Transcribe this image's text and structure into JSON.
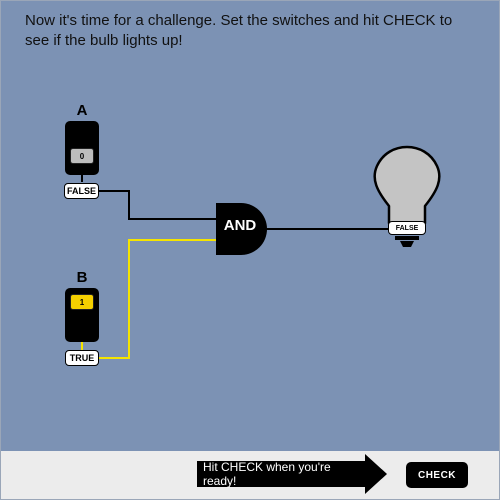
{
  "instructions": "Now it's time for a challenge. Set the switches and hit CHECK to see if the bulb lights up!",
  "switch_a": {
    "label": "A",
    "value": "0",
    "state": "FALSE"
  },
  "switch_b": {
    "label": "B",
    "value": "1",
    "state": "TRUE"
  },
  "gate": {
    "label": "AND"
  },
  "bulb": {
    "state": "FALSE"
  },
  "footer": {
    "hint": "Hit CHECK when you're ready!",
    "check_label": "CHECK"
  },
  "colors": {
    "background": "#7c92b4",
    "wire_on": "#f5e400",
    "wire_off": "#000000",
    "knob_on": "#f5d000",
    "knob_off": "#bdbdbd",
    "bulb": "#c4c4c4"
  }
}
